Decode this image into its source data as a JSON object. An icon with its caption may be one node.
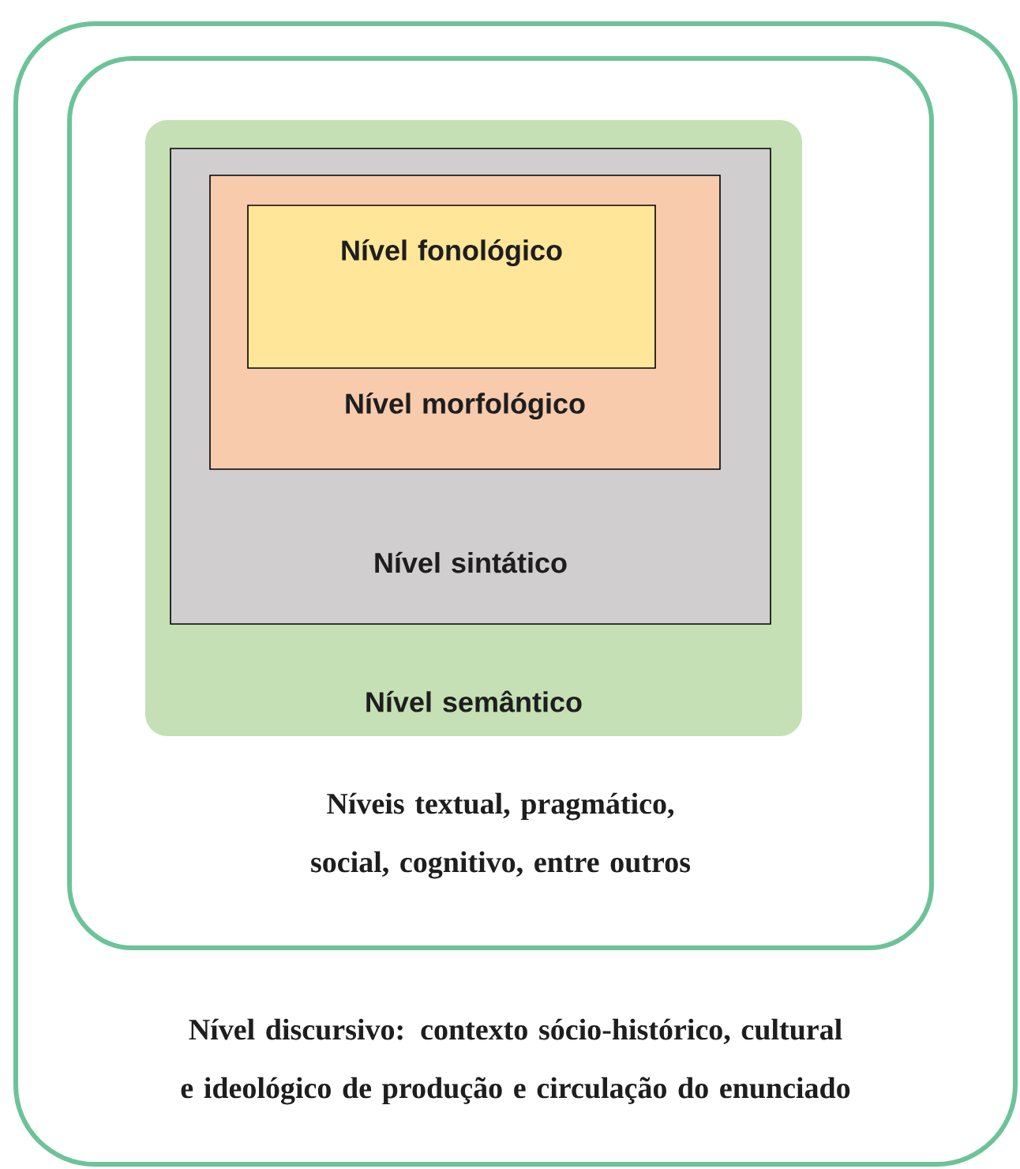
{
  "diagram": {
    "nodes": [
      {
        "text": [
          "Nível discursivo: contexto sócio-histórico, cultural e ideológico de produção e circulação do enunciado"
        ]
      },
      {
        "text": [
          "Níveis textual, pragmático, social, cognitivo, entre outros"
        ],
        "in": 0
      },
      {
        "text": [
          "Nível semântico"
        ],
        "in": 1
      },
      {
        "text": [
          "Nível sintático"
        ],
        "in": 2
      },
      {
        "text": [
          "Nível morfológico"
        ],
        "in": 3
      },
      {
        "text": [
          "Nível fonológico"
        ],
        "in": 4
      }
    ]
  }
}
